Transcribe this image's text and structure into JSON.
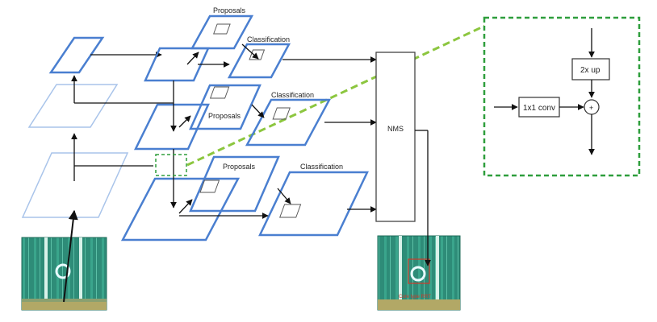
{
  "labels": {
    "proposals_top": "Proposals",
    "classification_top": "Classification",
    "proposals_mid": "Proposals",
    "classification_mid": "Classification",
    "proposals_bottom": "Proposals",
    "classification_bottom": "Classification",
    "nms": "NMS",
    "up2x": "2x up",
    "conv1x1": "1x1 conv",
    "plus": "+",
    "detection_caption": "Core type RRT"
  },
  "colors": {
    "frame_blue": "#4a7fd0",
    "frame_light_blue": "#a9c4ea",
    "inset_green": "#2e9e3c",
    "dash_line_green": "#8cc63f",
    "arrow_black": "#111111",
    "image_teal": "#2e8c78",
    "detection_red": "#d23a2a"
  },
  "icons": {
    "pyramid_frames": "parallelogram-frame-icon",
    "merge_node": "plus-circle-icon"
  }
}
